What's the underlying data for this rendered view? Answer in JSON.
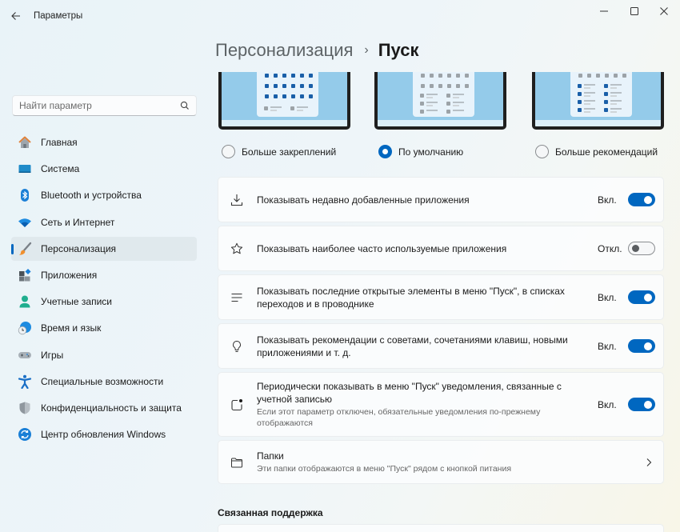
{
  "window": {
    "title": "Параметры",
    "controls": {
      "minimize": "minimize",
      "maximize": "maximize",
      "close": "close"
    }
  },
  "search": {
    "placeholder": "Найти параметр",
    "value": ""
  },
  "sidebar": {
    "items": [
      {
        "label": "Главная",
        "icon": "home-icon"
      },
      {
        "label": "Система",
        "icon": "system-icon"
      },
      {
        "label": "Bluetooth и устройства",
        "icon": "bluetooth-icon"
      },
      {
        "label": "Сеть и Интернет",
        "icon": "wifi-icon"
      },
      {
        "label": "Персонализация",
        "icon": "brush-icon",
        "active": true
      },
      {
        "label": "Приложения",
        "icon": "apps-icon"
      },
      {
        "label": "Учетные записи",
        "icon": "account-icon"
      },
      {
        "label": "Время и язык",
        "icon": "time-language-icon"
      },
      {
        "label": "Игры",
        "icon": "gamepad-icon"
      },
      {
        "label": "Специальные возможности",
        "icon": "accessibility-icon"
      },
      {
        "label": "Конфиденциальность и защита",
        "icon": "shield-icon"
      },
      {
        "label": "Центр обновления Windows",
        "icon": "update-icon"
      }
    ]
  },
  "breadcrumb": {
    "parent": "Персонализация",
    "separator": "›",
    "current": "Пуск"
  },
  "layout": {
    "options": [
      {
        "label": "Больше закреплений",
        "selected": false
      },
      {
        "label": "По умолчанию",
        "selected": true
      },
      {
        "label": "Больше рекомендаций",
        "selected": false
      }
    ]
  },
  "settings": [
    {
      "icon": "download-icon",
      "title": "Показывать недавно добавленные приложения",
      "state": "Вкл.",
      "on": true
    },
    {
      "icon": "star-icon",
      "title": "Показывать наиболее часто используемые приложения",
      "state": "Откл.",
      "on": false
    },
    {
      "icon": "list-icon",
      "title": "Показывать последние открытые элементы в меню \"Пуск\", в списках переходов и в проводнике",
      "state": "Вкл.",
      "on": true
    },
    {
      "icon": "lightbulb-icon",
      "title": "Показывать рекомендации с советами, сочетаниями клавиш, новыми приложениями и т. д.",
      "state": "Вкл.",
      "on": true
    },
    {
      "icon": "notification-icon",
      "title": "Периодически показывать в меню \"Пуск\" уведомления, связанные с учетной записью",
      "description": "Если этот параметр отключен, обязательные уведомления по-прежнему отображаются",
      "state": "Вкл.",
      "on": true
    },
    {
      "icon": "folder-icon",
      "title": "Папки",
      "description": "Эти папки отображаются в меню \"Пуск\" рядом с кнопкой питания"
    }
  ],
  "related": {
    "heading": "Связанная поддержка"
  },
  "colors": {
    "accent": "#0067c0",
    "text": "#1b1b1b",
    "secondary_text": "#666666"
  }
}
